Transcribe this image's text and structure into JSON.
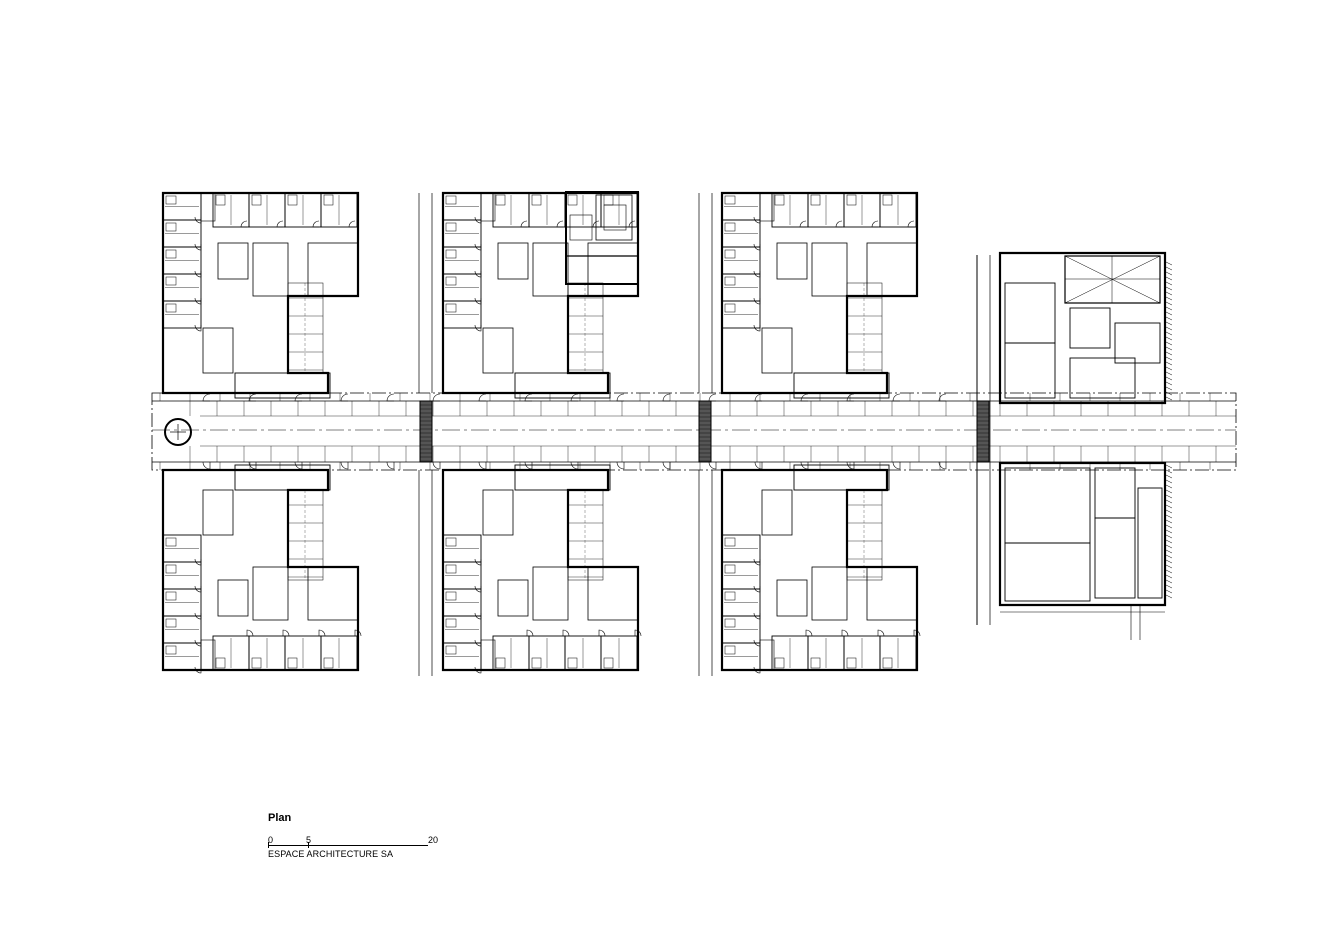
{
  "caption": {
    "title": "Plan",
    "scale_labels": [
      "0",
      "5",
      "20"
    ],
    "firm": "ESPACE ARCHITECTURE SA"
  },
  "colors": {
    "background": "#ffffff",
    "wall": "#000000",
    "stair_fill": "#555555"
  }
}
